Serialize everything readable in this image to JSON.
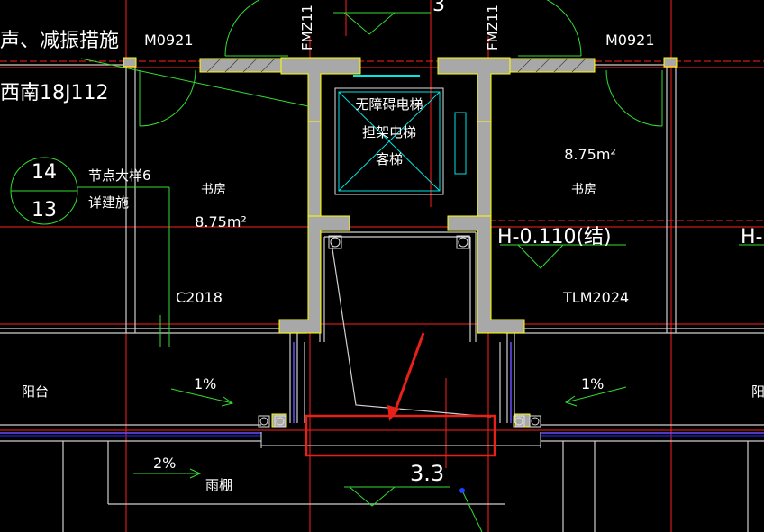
{
  "notes": {
    "top_left_line1": "声、减振措施",
    "top_left_line2": "西南18J112"
  },
  "callout": {
    "top": "14",
    "bottom": "13",
    "text1": "节点大样6",
    "text2": "详建施"
  },
  "door_tags": {
    "left_door": "M0921",
    "right_door": "M0921",
    "fire_door_left": "FMZ11",
    "fire_door_right": "FMZ11",
    "window": "C2018",
    "sliding_door": "TLM2024"
  },
  "elevator": {
    "line1": "无障碍电梯",
    "line2": "担架电梯",
    "line3": "客梯"
  },
  "rooms": {
    "left_name": "书房",
    "left_area": "8.75m²",
    "right_name": "书房",
    "right_area": "8.75m²",
    "balcony_left": "阳台",
    "balcony_right": "阳",
    "canopy": "雨棚"
  },
  "levels": {
    "top_partial": "3",
    "elev_level": "H-0.110(结)",
    "right_partial": "H-",
    "bottom_level": "3.3"
  },
  "slopes": {
    "left": "1%",
    "right": "1%",
    "canopy": "2%"
  },
  "colors": {
    "wall_fill": "#a8a8a8",
    "wall_edge": "#ffff00",
    "axis_red": "#ff2020",
    "green": "#33dd33",
    "cyan": "#00e5e5",
    "highlight": "#e8201a"
  }
}
